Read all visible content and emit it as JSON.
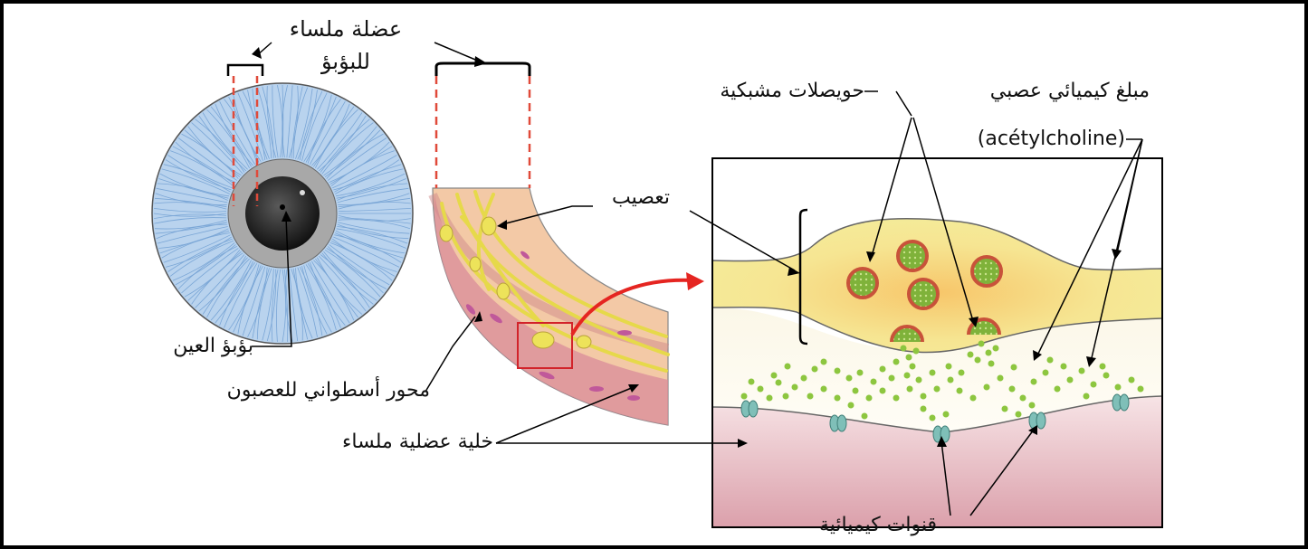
{
  "labels": {
    "pupil_smooth_muscle_line1": "عضلة ملساء",
    "pupil_smooth_muscle_line2": "للبؤبؤ",
    "synaptic_vesicles": "حويصلات مشبكية",
    "neurotransmitter": "مبلغ كيميائي عصبي",
    "acetylcholine": "(acétylcholine)",
    "innervation": "تعصيب",
    "eye_pupil": "بؤبؤ العين",
    "axon": "محور أسطواني للعصبون",
    "smooth_muscle_cell": "خلية عضلية ملساء",
    "chemical_channels": "قنوات كيميائية"
  },
  "colors": {
    "iris_blue": "#b9d3ee",
    "iris_line": "#7aa6d6",
    "pupil_ring": "#a8a8a8",
    "pupil": "#1a1a1a",
    "nerve_yellow": "#f4ea8a",
    "muscle_pink": "#e8b4bd",
    "vesicle_red": "#c8523a",
    "vesicle_green": "#7fb23a",
    "molecule_green": "#8dc63f",
    "channel_teal": "#7fbfb8",
    "arrow_red": "#e52521",
    "guide_red": "#e04a3a"
  }
}
